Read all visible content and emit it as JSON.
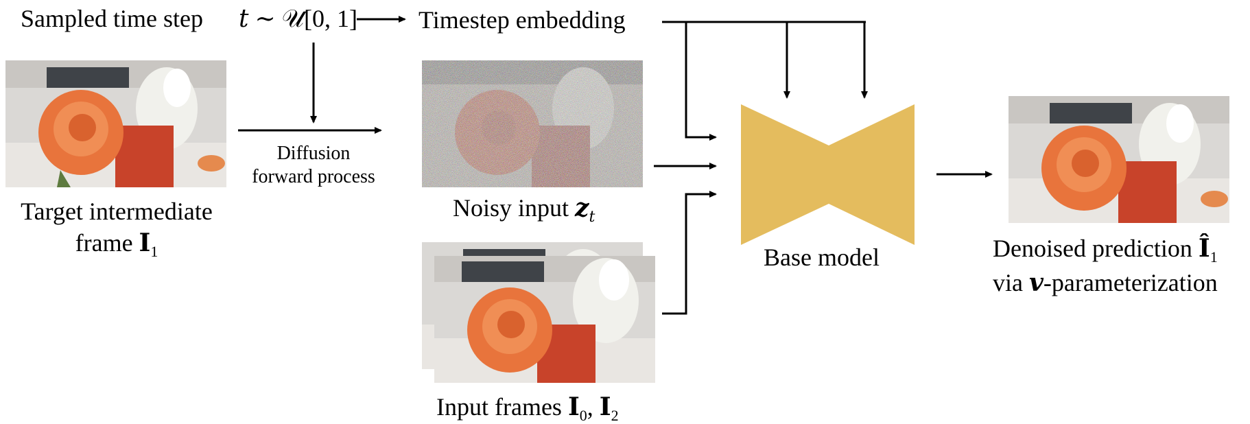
{
  "labels": {
    "sampled_time_step": "Sampled time step",
    "t_expr_t": "t",
    "t_expr_rest": "∼ 𝒰[0, 1]",
    "timestep_embedding": "Timestep embedding",
    "diffusion_line1": "Diffusion",
    "diffusion_line2": "forward process",
    "target_line1": "Target intermediate",
    "target_line2_prefix": "frame ",
    "target_symbol": "I",
    "target_sub": "1",
    "noisy_prefix": "Noisy input ",
    "noisy_symbol": "z",
    "noisy_sub": "t",
    "input_prefix": "Input frames ",
    "input_symbol0": "I",
    "input_sub0": "0",
    "input_sep": ", ",
    "input_symbol2": "I",
    "input_sub2": "2",
    "base_model": "Base model",
    "denoised_line1_prefix": "Denoised prediction ",
    "denoised_symbol": "Î",
    "denoised_sub": "1",
    "denoised_line2_prefix": "via ",
    "denoised_v": "v",
    "denoised_line2_suffix": "-parameterization"
  },
  "colors": {
    "base_model": "#E4BC5E",
    "rose": "#E8743C",
    "vase": "#C8432A",
    "background_photo": "#D9D6D2"
  },
  "icons": {
    "target_frame": "rose-photo",
    "noisy_frame": "noisy-rose-photo",
    "input_frames": "stacked-rose-photos",
    "output_frame": "rose-photo",
    "base_model": "hourglass-network-shape"
  }
}
